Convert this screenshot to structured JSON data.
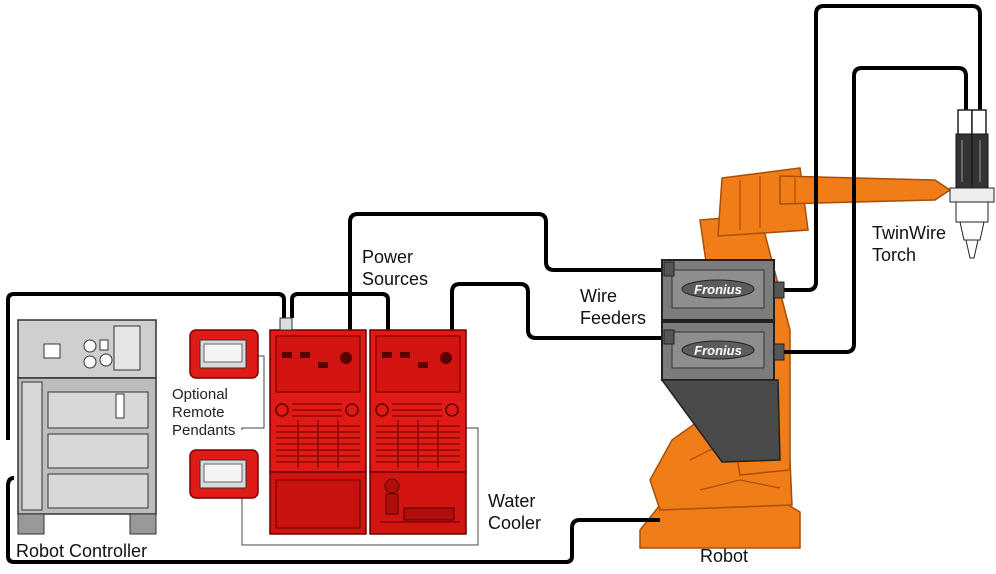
{
  "labels": {
    "power_sources": [
      "Power",
      "Sources"
    ],
    "wire_feeders": [
      "Wire",
      "Feeders"
    ],
    "twinwire_torch": [
      "TwinWire",
      "Torch"
    ],
    "optional_remote_pendants": [
      "Optional",
      "Remote",
      "Pendants"
    ],
    "water_cooler": [
      "Water",
      "Cooler"
    ],
    "robot_controller": "Robot Controller",
    "robot": "Robot"
  },
  "feeder_brand": "Fronius",
  "colors": {
    "machine_red": "#e01a14",
    "robot_orange": "#f07d18",
    "feeder_gray": "#7c7c7c",
    "controller_gray": "#cfcfcf",
    "cable": "#000000"
  },
  "icons": {
    "pendant": "remote-pendant-icon",
    "power_source": "power-source-icon",
    "wire_feeder": "wire-feeder-icon",
    "torch": "twinwire-torch-icon",
    "controller": "robot-controller-icon",
    "robot": "industrial-robot-icon"
  }
}
